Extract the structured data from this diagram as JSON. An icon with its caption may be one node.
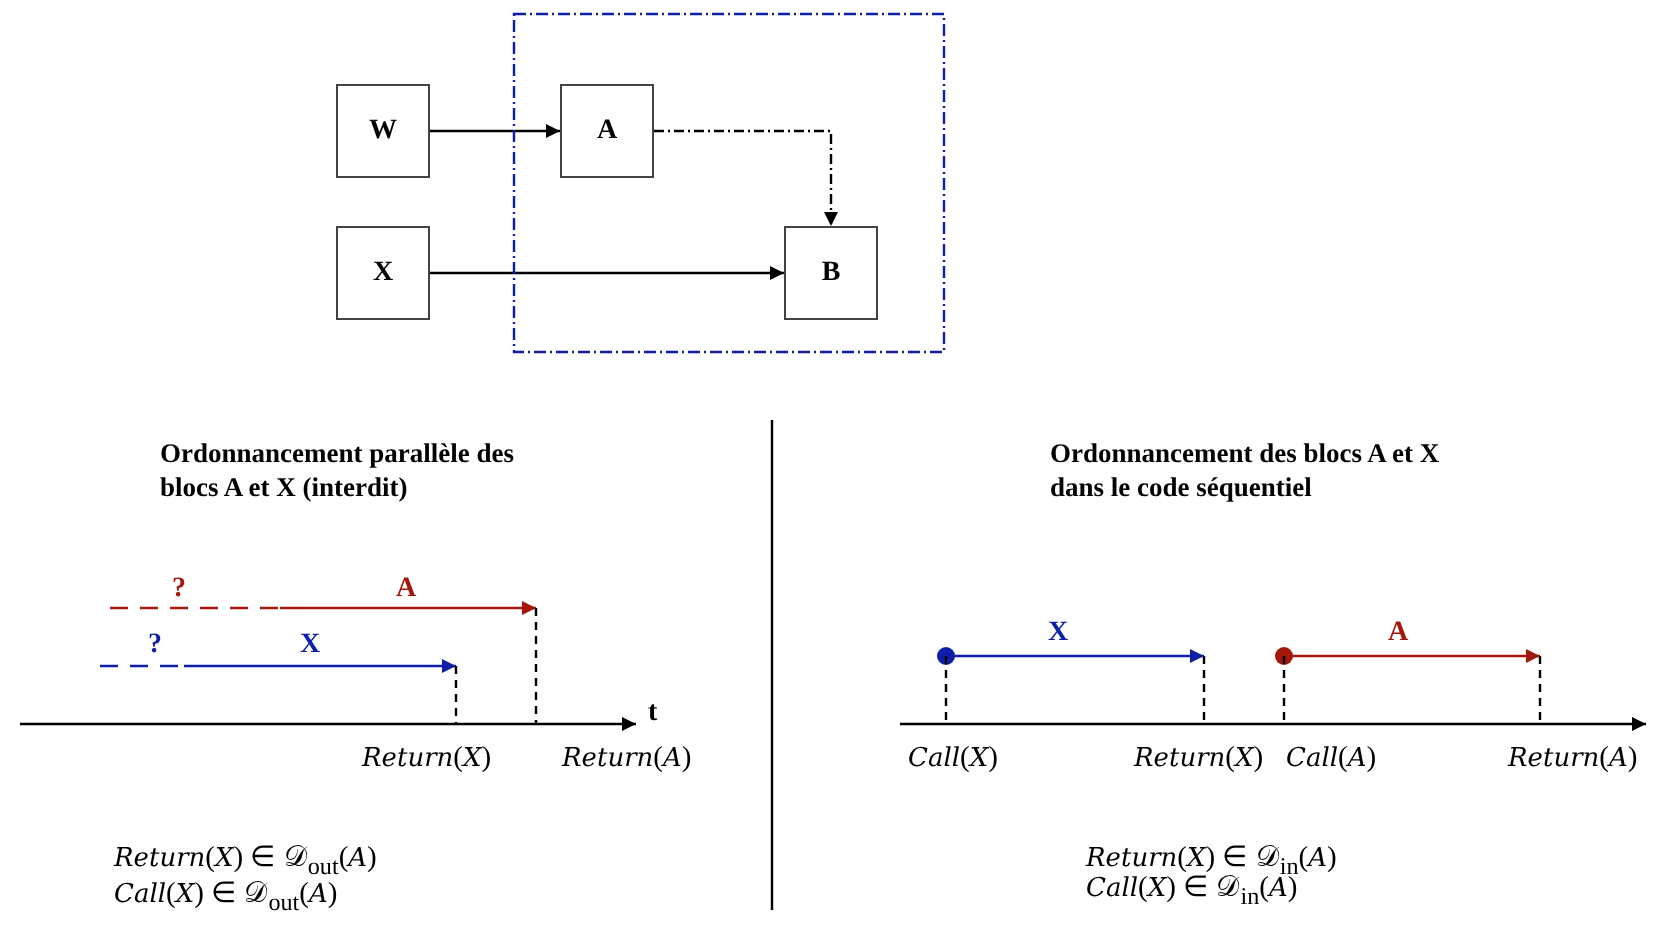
{
  "diagram": {
    "nodes": [
      {
        "text": [],
        "shape": "box"
      },
      {
        "text": [
          "W"
        ]
      },
      {
        "text": [
          "A"
        ],
        "in": 0
      },
      {
        "text": [
          "X"
        ]
      },
      {
        "text": [
          "B"
        ],
        "in": 0
      }
    ],
    "edges": [
      {
        "from": 1,
        "to": 2,
        "arrow": "to"
      },
      {
        "from": 2,
        "to": 4,
        "arrow": "to",
        "style": "dashed"
      },
      {
        "from": 3,
        "to": 4,
        "arrow": "to"
      }
    ],
    "labels": [
      "Ordonnancement parallèle des blocs A et X (interdit)",
      "?",
      "A",
      "?",
      "X",
      "t",
      "*Return*(*X*)",
      "*Return*(*A*)",
      "*Return*(*X*) ∈ 𝒟$_{out}$(*A*)",
      "*Call*(*X*) ∈ 𝒟$_{out}$(*A*)",
      "Ordonnancement des blocs A et X dans le code séquentiel",
      "X",
      "A",
      "*Call*(*X*)",
      "*Return*(*X*)",
      "*Call*(*A*)",
      "*Return*(*A*)",
      "*Return*(*X*) ∈ 𝒟$_{in}$(*A*)",
      "*Call*(*X*) ∈ 𝒟$_{in}$(*A*)"
    ]
  }
}
